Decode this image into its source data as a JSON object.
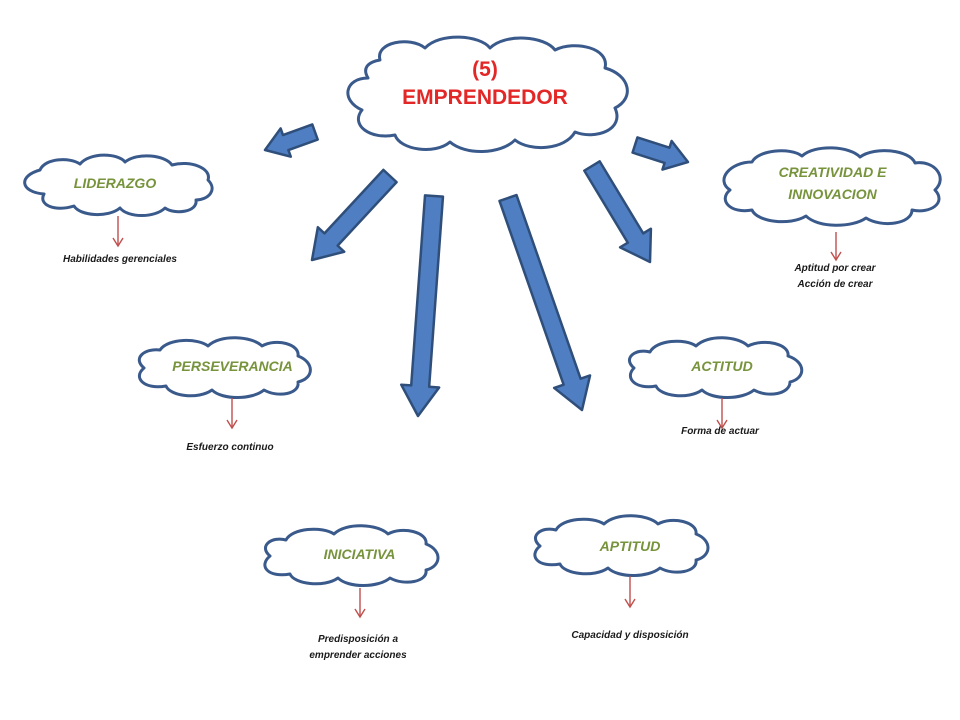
{
  "main": {
    "line1": "(5)",
    "line2": "EMPRENDEDOR"
  },
  "nodes": {
    "liderazgo": {
      "label": "LIDERAZGO",
      "note": "Habilidades gerenciales"
    },
    "creatividad": {
      "label_line1": "CREATIVIDAD E",
      "label_line2": "INNOVACION",
      "note_line1": "Aptitud por crear",
      "note_line2": "Acción de crear"
    },
    "perseverancia": {
      "label": "PERSEVERANCIA",
      "note": "Esfuerzo continuo"
    },
    "actitud": {
      "label": "ACTITUD",
      "note": "Forma de actuar"
    },
    "iniciativa": {
      "label": "INICIATIVA",
      "note_line1": "Predisposición a",
      "note_line2": "emprender acciones"
    },
    "aptitud": {
      "label": "APTITUD",
      "note": "Capacidad y disposición"
    }
  },
  "colors": {
    "arrow_fill": "#4f7ec2",
    "arrow_stroke": "#2f4f7a",
    "cloud_stroke": "#3a5a8c",
    "main_text": "#e32626",
    "node_text": "#77933c",
    "connector": "#c0504d"
  }
}
